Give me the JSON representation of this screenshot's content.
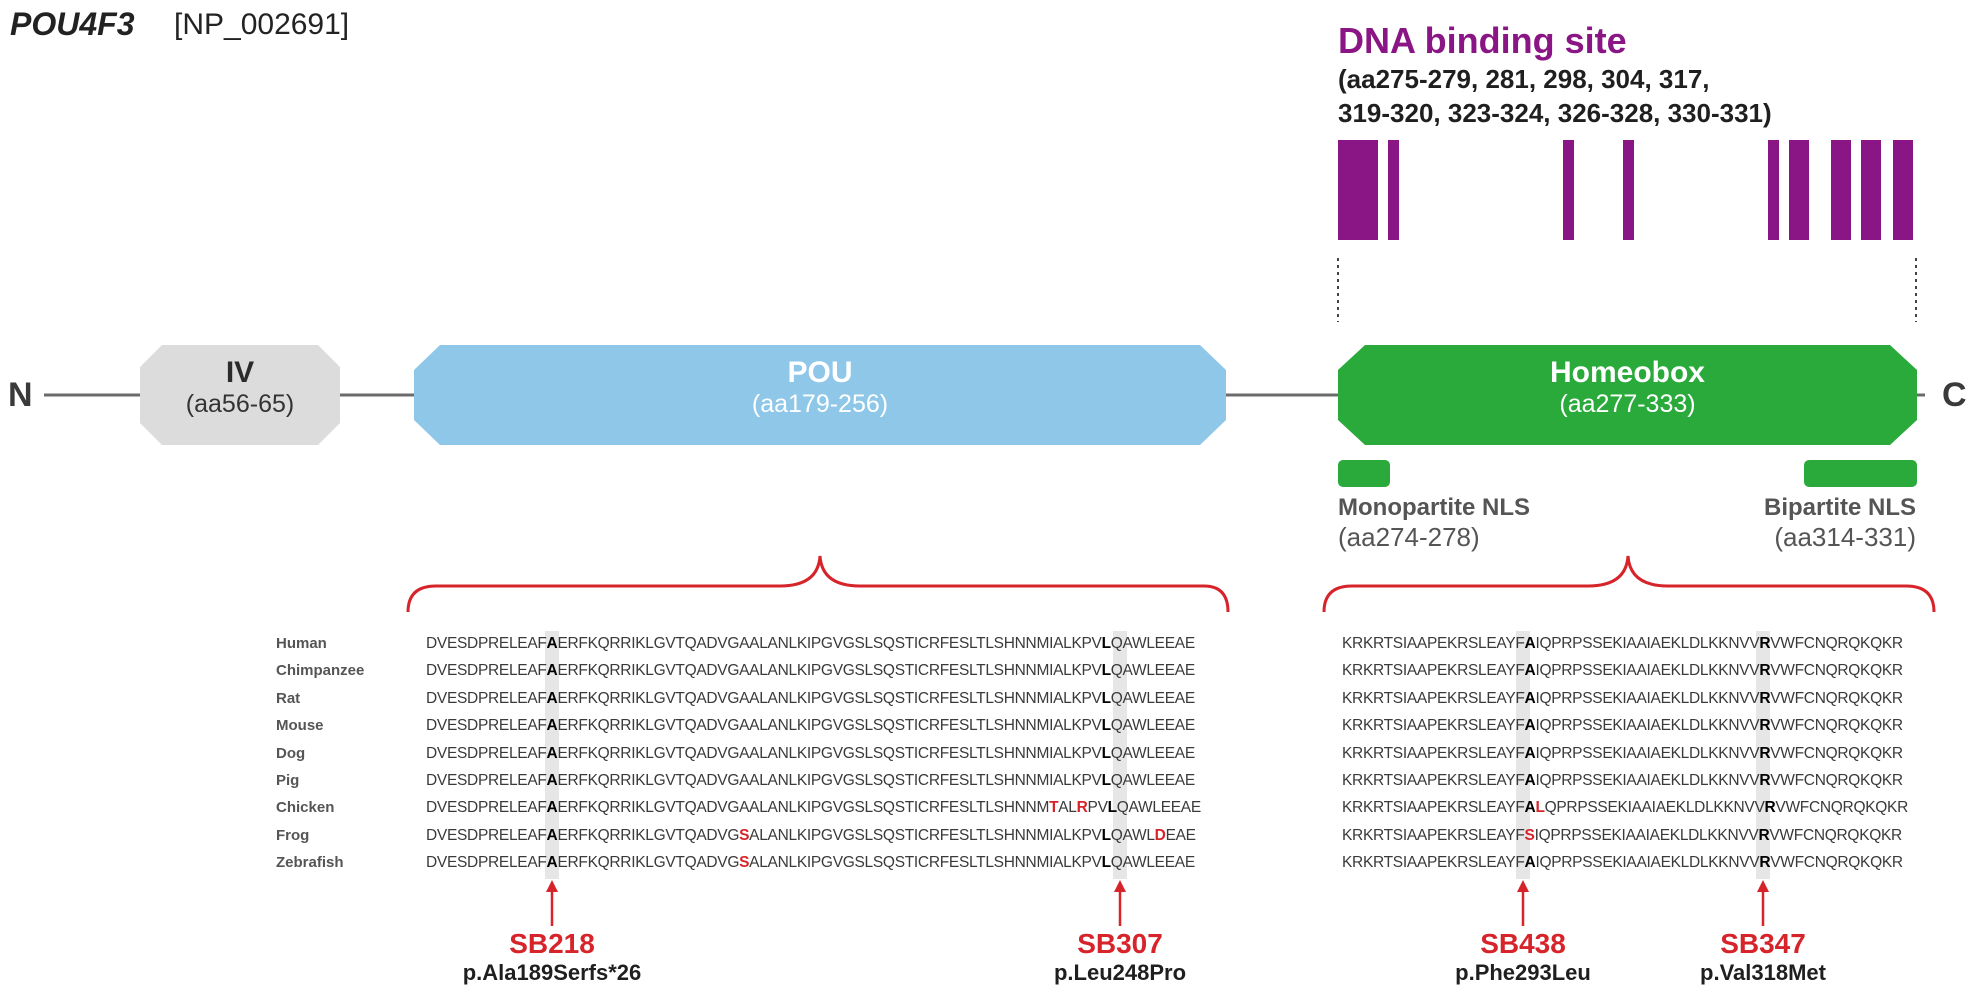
{
  "header": {
    "gene": "POU4F3",
    "accession": "[NP_002691]"
  },
  "dna_binding": {
    "title": "DNA binding site",
    "line1": "(aa275-279, 281, 298, 304, 317,",
    "line2": "319-320, 323-324, 326-328, 330-331)"
  },
  "termini": {
    "n": "N",
    "c": "C"
  },
  "domains": [
    {
      "label": "IV",
      "range": "(aa56-65)"
    },
    {
      "label": "POU",
      "range": "(aa179-256)"
    },
    {
      "label": "Homeobox",
      "range": "(aa277-333)"
    }
  ],
  "nls": [
    {
      "label": "Monopartite NLS",
      "range": "(aa274-278)"
    },
    {
      "label": "Bipartite NLS",
      "range": "(aa314-331)"
    }
  ],
  "species": [
    "Human",
    "Chimpanzee",
    "Rat",
    "Mouse",
    "Dog",
    "Pig",
    "Chicken",
    "Frog",
    "Zebrafish"
  ],
  "alignments": {
    "pou": [
      "DVESDPRELEAFAERFKQRRIKLGVTQADVGAALANLKIPGVGSLSQSTICRFESLTLSHNNMIALKPVLQAWLEEAE",
      "DVESDPRELEAFAERFKQRRIKLGVTQADVGAALANLKIPGVGSLSQSTICRFESLTLSHNNMIALKPVLQAWLEEAE",
      "DVESDPRELEAFAERFKQRRIKLGVTQADVGAALANLKIPGVGSLSQSTICRFESLTLSHNNMIALKPVLQAWLEEAE",
      "DVESDPRELEAFAERFKQRRIKLGVTQADVGAALANLKIPGVGSLSQSTICRFESLTLSHNNMIALKPVLQAWLEEAE",
      "DVESDPRELEAFAERFKQRRIKLGVTQADVGAALANLKIPGVGSLSQSTICRFESLTLSHNNMIALKPVLQAWLEEAE",
      "DVESDPRELEAFAERFKQRRIKLGVTQADVGAALANLKIPGVGSLSQSTICRFESLTLSHNNMIALKPVLQAWLEEAE",
      "DVESDPRELEAFAERFKQRRIKLGVTQADVGAALANLKIPGVGSLSQSTICRFESLTLSHNNMTALRPVLQAWLEEAE",
      "DVESDPRELEAFAERFKQRRIKLGVTQADVGSALANLKIPGVGSLSQSTICRFESLTLSHNNMIALKPVLQAWLDEAE",
      "DVESDPRELEAFAERFKQRRIKLGVTQADVGSALANLKIPGVGSLSQSTICRFESLTLSHNNMIALKPVLQAWLEEAE"
    ],
    "homeo": [
      "KRKRTSIAAPEKRSLEAYFAIQPRPSSEKIAAIAEKLDLKKNVVRVWFCNQRQKQKR",
      "KRKRTSIAAPEKRSLEAYFAIQPRPSSEKIAAIAEKLDLKKNVVRVWFCNQRQKQKR",
      "KRKRTSIAAPEKRSLEAYFAIQPRPSSEKIAAIAEKLDLKKNVVRVWFCNQRQKQKR",
      "KRKRTSIAAPEKRSLEAYFAIQPRPSSEKIAAIAEKLDLKKNVVRVWFCNQRQKQKR",
      "KRKRTSIAAPEKRSLEAYFAIQPRPSSEKIAAIAEKLDLKKNVVRVWFCNQRQKQKR",
      "KRKRTSIAAPEKRSLEAYFAIQPRPSSEKIAAIAEKLDLKKNVVRVWFCNQRQKQKR",
      "KRKRTSIAAPEKRSLEAYFALQPRPSSEKIAAIAEKLDLKKNVVRVWFCNQRQKQKR",
      "KRKRTSIAAPEKRSLEAYFSIQPRPSSEKIAAIAEKLDLKKNVVRVWFCNQRQKQKR",
      "KRKRTSIAAPEKRSLEAYFAIQPRPSSEKIAAIAEKLDLKKNVVRVWFCNQRQKQKR"
    ]
  },
  "mutations": [
    {
      "id": "SB218",
      "protein": "p.Ala189Serfs*26"
    },
    {
      "id": "SB307",
      "protein": "p.Leu248Pro"
    },
    {
      "id": "SB438",
      "protein": "p.Phe293Leu"
    },
    {
      "id": "SB347",
      "protein": "p.Val318Met"
    }
  ],
  "colors": {
    "dna_binding": "#8a1585",
    "iv_domain": "#dcdcdc",
    "pou_domain": "#8ec7e8",
    "homeobox_domain": "#2aaa3b",
    "nls": "#2aaa3b",
    "mutation": "#d6242a",
    "backbone": "#6b6b6b"
  }
}
